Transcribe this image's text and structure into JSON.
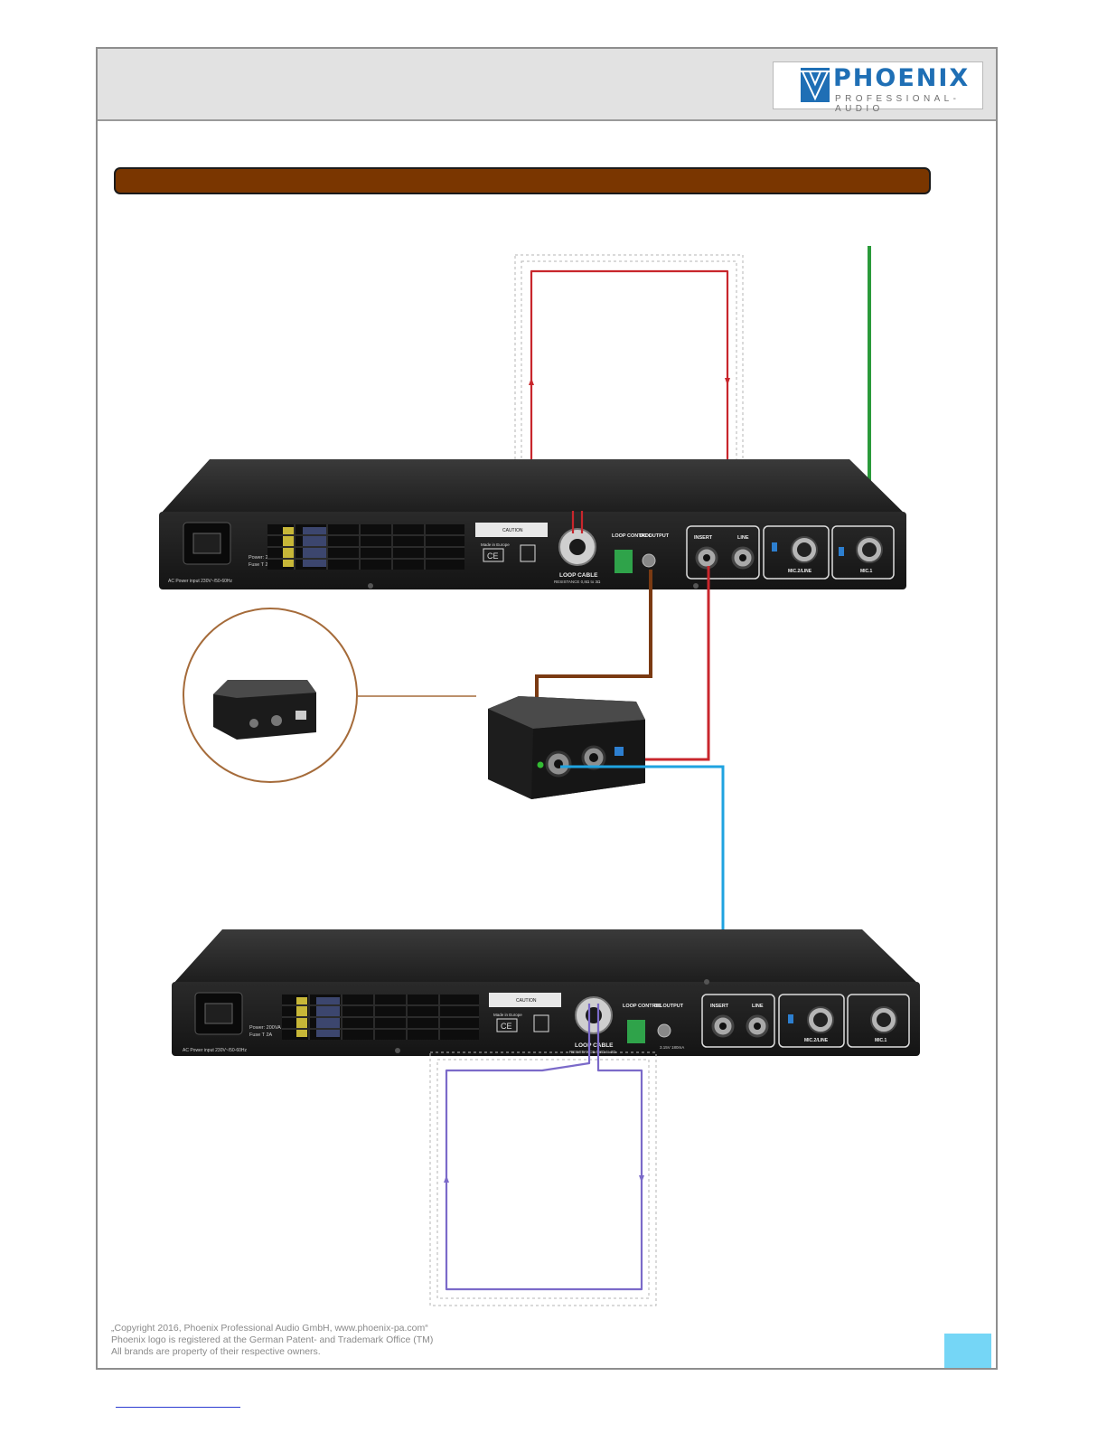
{
  "header": {
    "logo_word": "PHOENIX",
    "logo_sub": "PROFESSIONAL-AUDIO"
  },
  "devices": {
    "top": {
      "ports": [
        "LOOP CABLE",
        "LOOP CONTROL",
        "DC OUTPUT",
        "INSERT",
        "LINE",
        "MIC.2/LINE",
        "MIC.1"
      ],
      "power_label": "Power: 200VA",
      "fuse_label": "Fuse T 2A",
      "ac_label": "AC Power input 230V~/50-60Hz",
      "loop_resistance": "RESISTANCE 0,8Ω to 3Ω",
      "caution": "CAUTION",
      "made_in": "Made in Europe"
    },
    "bottom": {
      "ports": [
        "LOOP CABLE",
        "LOOP CONTROL",
        "DC OUTPUT",
        "INSERT",
        "LINE",
        "MIC.2/LINE",
        "MIC.1"
      ],
      "power_label": "Power: 200VA",
      "fuse_label": "Fuse T 2A",
      "ac_label": "AC Power input 230V~/50-60Hz",
      "loop_resistance": "RESISTANCE 0,8Ω to 3Ω",
      "caution": "CAUTION",
      "made_in": "Made in Europe",
      "dc_rating": "3.15V 180mA"
    }
  },
  "cable_colors": {
    "loop_top": "#c8262c",
    "loop_bottom": "#7b6ac9",
    "input": "#2a9a3a",
    "dc": "#7a3a12",
    "insert_send": "#c8262c",
    "insert_return": "#1fa3e0",
    "title_bar": "#7a3600",
    "page_badge": "#75d6f6"
  },
  "footer": {
    "line1": "„Copyright 2016, Phoenix Professional Audio GmbH, www.phoenix-pa.com“",
    "line2": "Phoenix logo is registered at the German Patent- and Trademark Office (TM)",
    "line3": "All brands are property of their respective owners."
  }
}
